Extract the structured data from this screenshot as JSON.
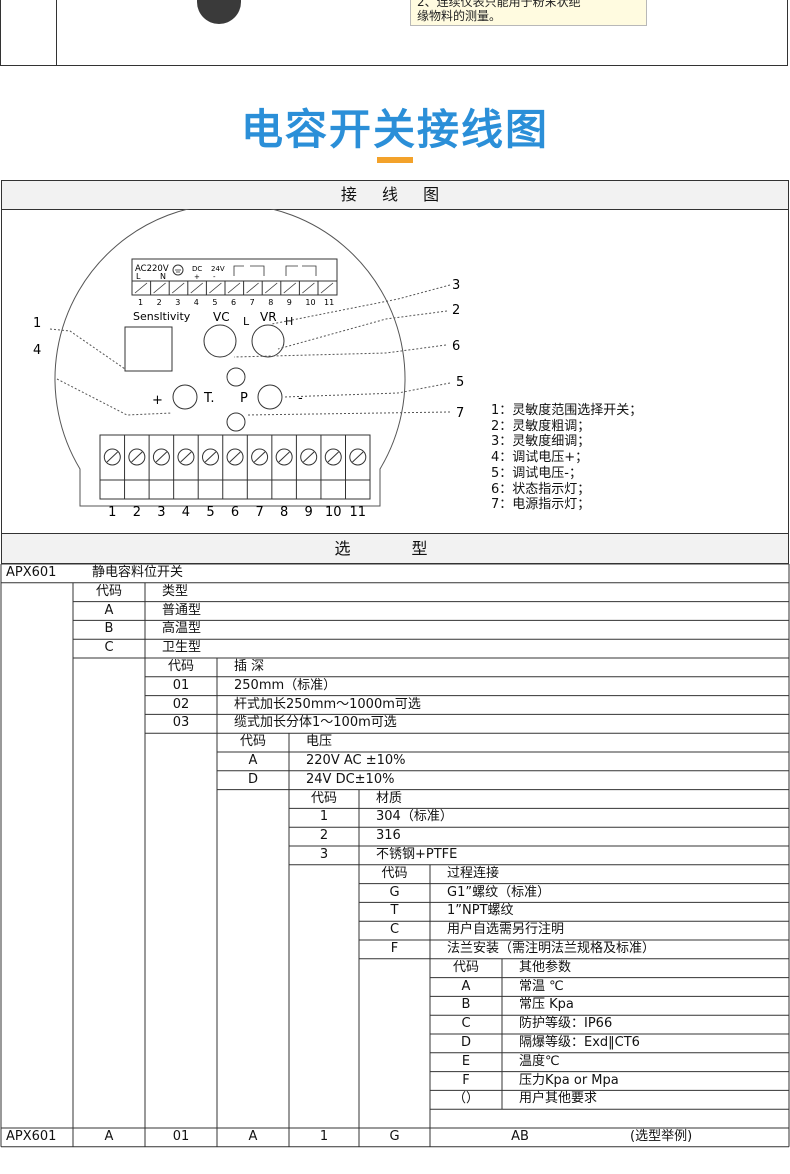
{
  "top_note": {
    "line1": "2、连续仪表只能用于粉末状绝",
    "line2": "缘物料的测量。"
  },
  "title": "电容开关接线图",
  "wiring_header": "接 线 图",
  "diagram": {
    "supply_label": "AC220V",
    "l_label": "L",
    "n_label": "N",
    "dc_label": "DC",
    "plus_small": "+",
    "v24_label": "24V",
    "minus_small": "-",
    "top_terminals": [
      "1",
      "2",
      "3",
      "4",
      "5",
      "6",
      "7",
      "8",
      "9",
      "10",
      "11"
    ],
    "sensitivity": "Sensltivity",
    "vc": "VC",
    "vr": "VR",
    "l": "L",
    "h": "H",
    "plus": "+",
    "t": "T.",
    "p": "P",
    "minus": "-",
    "bottom_terminals": [
      "1",
      "2",
      "3",
      "4",
      "5",
      "6",
      "7",
      "8",
      "9",
      "10",
      "11"
    ],
    "callouts": [
      "1",
      "4",
      "3",
      "2",
      "6",
      "5",
      "7"
    ]
  },
  "legend": [
    "1：灵敏度范围选择开关；",
    "2：灵敏度粗调；",
    "3：灵敏度细调；",
    "4：调试电压+；",
    "5：调试电压-；",
    "6：状态指示灯；",
    "7：电源指示灯；"
  ],
  "selection_header": "选 型",
  "selection": {
    "model": "APX601",
    "model_name": "静电容料位开关",
    "type": {
      "code_header": "代码",
      "name_header": "类型",
      "items": [
        [
          "A",
          "普通型"
        ],
        [
          "B",
          "高温型"
        ],
        [
          "C",
          "卫生型"
        ]
      ]
    },
    "depth": {
      "code_header": "代码",
      "name_header": "插 深",
      "items": [
        [
          "01",
          "250mm（标准）"
        ],
        [
          "02",
          "杆式加长250mm～1000m可选"
        ],
        [
          "03",
          "缆式加长分体1～100m可选"
        ]
      ]
    },
    "voltage": {
      "code_header": "代码",
      "name_header": "电压",
      "items": [
        [
          "A",
          "220V AC  ±10%"
        ],
        [
          "D",
          "24V DC±10%"
        ]
      ]
    },
    "material": {
      "code_header": "代码",
      "name_header": "材质",
      "items": [
        [
          "1",
          "304（标准）"
        ],
        [
          "2",
          "316"
        ],
        [
          "3",
          "不锈钢+PTFE"
        ]
      ]
    },
    "process": {
      "code_header": "代码",
      "name_header": "过程连接",
      "items": [
        [
          "G",
          "G1”螺纹（标准）"
        ],
        [
          "T",
          "1”NPT螺纹"
        ],
        [
          "C",
          "用户自选需另行注明"
        ],
        [
          "F",
          "法兰安装（需注明法兰规格及标准）"
        ]
      ]
    },
    "other": {
      "code_header": "代码",
      "name_header": "其他参数",
      "items": [
        [
          "A",
          "常温  ℃"
        ],
        [
          "B",
          "常压   Kpa"
        ],
        [
          "C",
          "防护等级：IP66"
        ],
        [
          "D",
          "隔爆等级：Exd‖CT6"
        ],
        [
          "E",
          "       温度℃"
        ],
        [
          "F",
          "       压力Kpa or Mpa"
        ],
        [
          "（）",
          "用户其他要求"
        ]
      ]
    },
    "example": [
      "APX601",
      "A",
      "01",
      "A",
      "1",
      "G",
      "AB",
      "(选型举例)"
    ]
  }
}
